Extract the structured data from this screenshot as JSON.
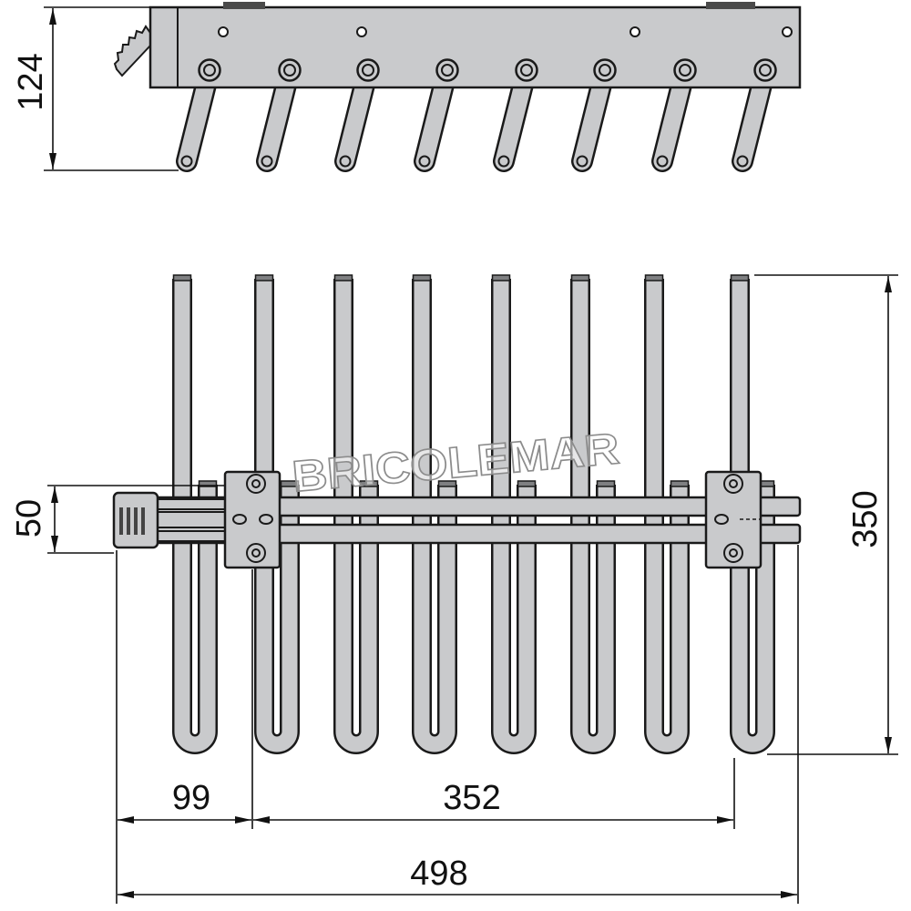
{
  "watermark": "BRICOLEMAR",
  "dimensions": {
    "side_height": "124",
    "bar_height": "50",
    "depth": "350",
    "left_offset": "99",
    "bracket_spacing": "352",
    "overall_width": "498"
  },
  "colors": {
    "metal": "#c9cacc",
    "outline": "#1a1a1a",
    "tip": "#7f8082",
    "tab": "#4a4a4a",
    "watermark": "#8c8c8c"
  }
}
